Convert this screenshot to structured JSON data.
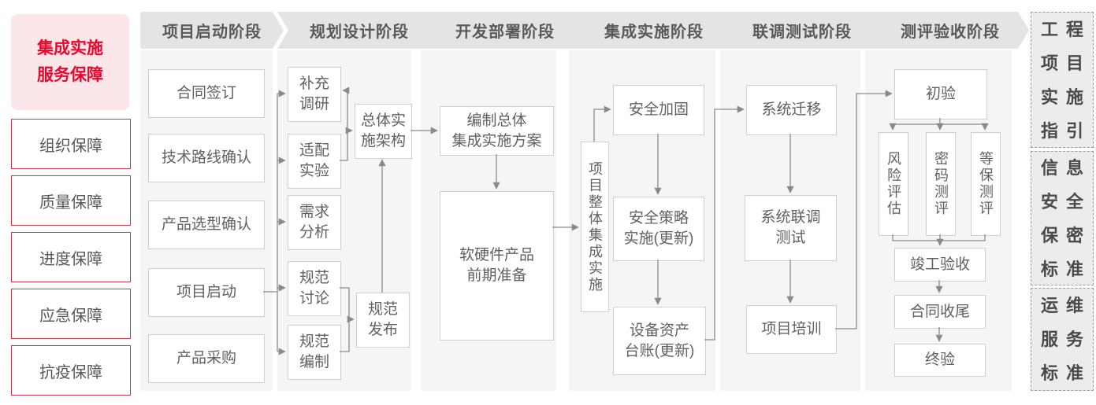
{
  "colors": {
    "accent_red": "#e6082d",
    "sidebar_border": "#c63a50",
    "sidebar_title_bg": "#fbe7ea",
    "header_bg": "#e4e4e4",
    "panel_bg": "#f5f5f5",
    "node_border": "#cfcfcf",
    "text_gray": "#595959",
    "connector": "#8a8a8a"
  },
  "sidebar": {
    "title": "集成实施\n服务保障",
    "items": [
      "组织保障",
      "质量保障",
      "进度保障",
      "应急保障",
      "抗疫保障"
    ]
  },
  "phases": [
    "项目启动阶段",
    "规划设计阶段",
    "开发部署阶段",
    "集成实施阶段",
    "联调测试阶段",
    "测评验收阶段"
  ],
  "nodes": {
    "contract_signing": "合同签订",
    "tech_route_confirm": "技术路线确认",
    "product_selection_confirm": "产品选型确认",
    "project_kickoff": "项目启动",
    "product_procurement": "产品采购",
    "supplement_research": "补充\n调研",
    "adaptation_test": "适配\n实验",
    "requirement_analysis": "需求\n分析",
    "spec_discussion": "规范\n讨论",
    "spec_compilation": "规范\n编制",
    "overall_architecture": "总体实\n施架构",
    "spec_release": "规范\n发布",
    "overall_plan": "编制总体\n集成实施方案",
    "product_preparation": "软硬件产品\n前期准备",
    "overall_integration": "项目整体集成实施",
    "security_hardening": "安全加固",
    "security_policy": "安全策略\n实施(更新)",
    "asset_ledger": "设备资产\n台账(更新)",
    "system_migration": "系统迁移",
    "joint_testing": "系统联调\n测试",
    "project_training": "项目培训",
    "initial_acceptance": "初验",
    "risk_assessment": "风险评估",
    "crypto_evaluation": "密码测评",
    "mlps_evaluation": "等保测评",
    "completion_acceptance": "竣工验收",
    "contract_closure": "合同收尾",
    "final_acceptance": "终验"
  },
  "standards": [
    "工程\n项目\n实施\n指引",
    "信息\n安全\n保密\n标准",
    "运维\n服务\n标准"
  ]
}
